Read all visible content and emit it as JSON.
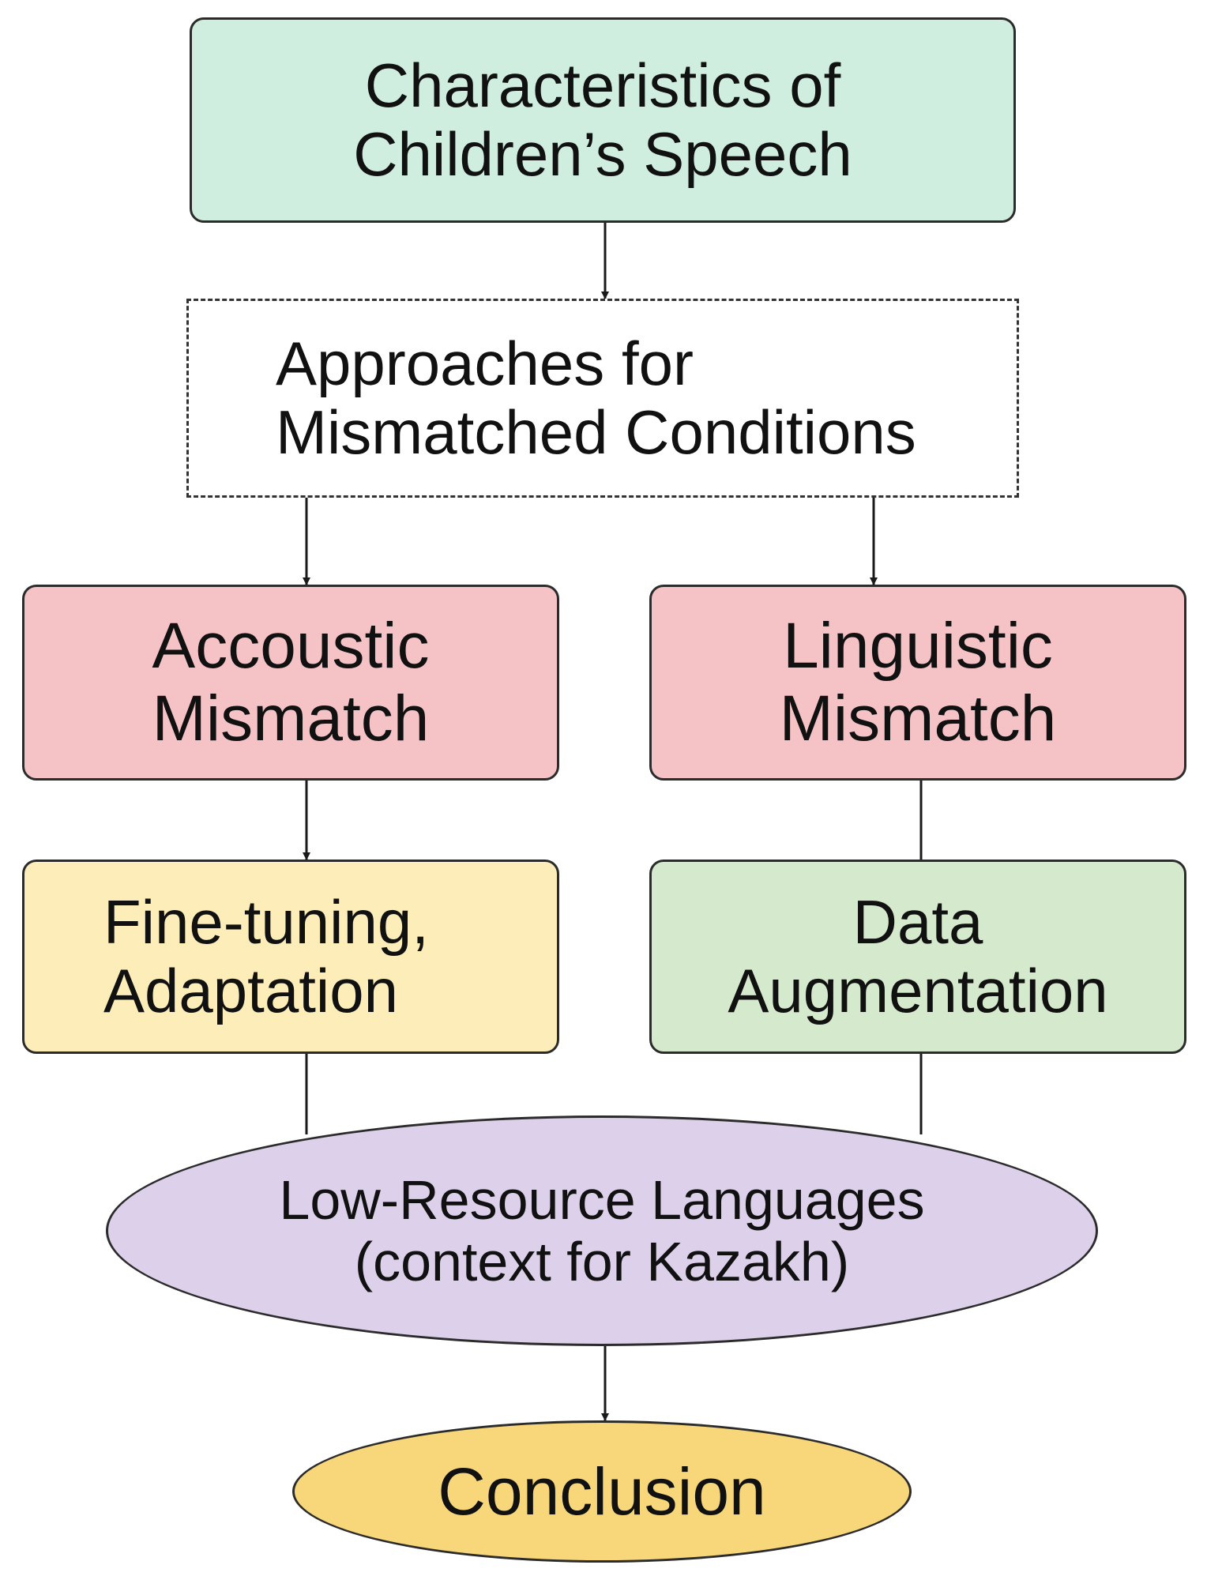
{
  "nodes": {
    "characteristics": {
      "lines": [
        "Characteristics of",
        "Children’s Speech"
      ],
      "fill": "#cfeee0"
    },
    "approaches": {
      "lines": [
        "Approaches for",
        "Mismatched Conditions"
      ],
      "fill": "#ffffff"
    },
    "acoustic": {
      "lines": [
        "Accoustic",
        "Mismatch"
      ],
      "fill": "#f5c3c6"
    },
    "linguistic": {
      "lines": [
        "Linguistic",
        "Mismatch"
      ],
      "fill": "#f5c3c6"
    },
    "finetuning": {
      "lines": [
        "Fine-tuning,",
        "Adaptation"
      ],
      "fill": "#fdeeb9"
    },
    "augmentation": {
      "lines": [
        "Data",
        "Augmentation"
      ],
      "fill": "#d5e9cd"
    },
    "lowresource": {
      "lines": [
        "Low-Resource Languages",
        "(context for Kazakh)"
      ],
      "fill": "#ddd0ea"
    },
    "conclusion": {
      "lines": [
        "Conclusion"
      ],
      "fill": "#f8d77a"
    }
  },
  "edges": [
    {
      "from": "characteristics",
      "to": "approaches",
      "arrow": true
    },
    {
      "from": "approaches",
      "to": "acoustic",
      "arrow": true
    },
    {
      "from": "approaches",
      "to": "linguistic",
      "arrow": true
    },
    {
      "from": "acoustic",
      "to": "finetuning",
      "arrow": true
    },
    {
      "from": "linguistic",
      "to": "augmentation",
      "arrow": false
    },
    {
      "from": "finetuning",
      "to": "lowresource",
      "arrow": false
    },
    {
      "from": "augmentation",
      "to": "lowresource",
      "arrow": false
    },
    {
      "from": "lowresource",
      "to": "conclusion",
      "arrow": true
    }
  ],
  "colors": {
    "stroke": "#1a1a1a"
  }
}
